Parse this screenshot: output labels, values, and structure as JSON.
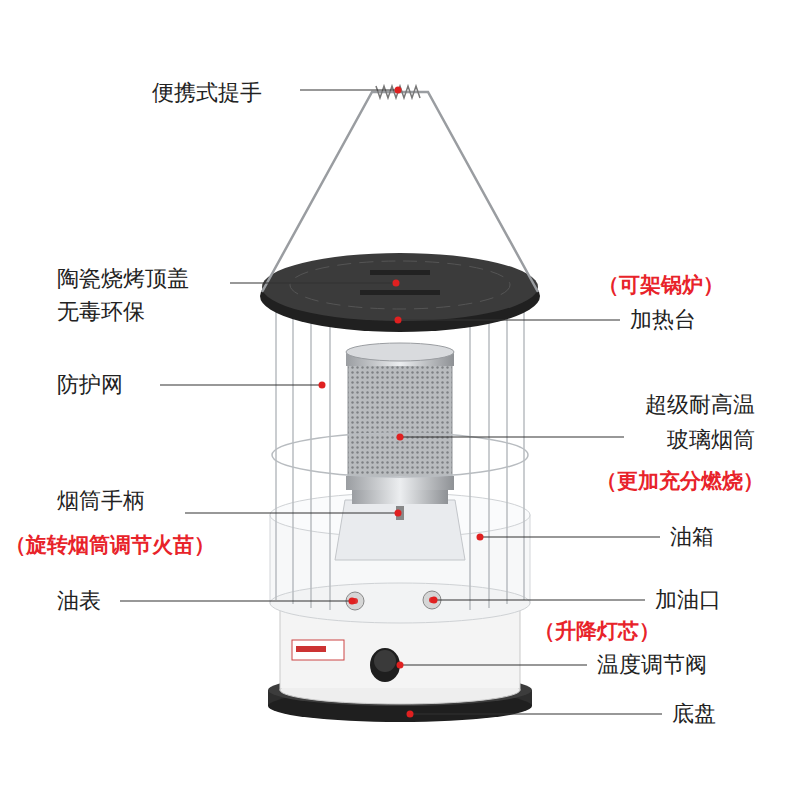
{
  "diagram": {
    "labels": [
      "便携式提手",
      "陶瓷烧烤顶盖 无毒环保",
      "（可架锅炉）",
      "加热台",
      "防护网",
      "超级耐高温 玻璃烟筒",
      "（更加充分燃烧）",
      "烟筒手柄",
      "（旋转烟筒调节火苗）",
      "油箱",
      "油表",
      "加油口",
      "（升降灯芯）",
      "温度调节阀",
      "底盘"
    ]
  }
}
